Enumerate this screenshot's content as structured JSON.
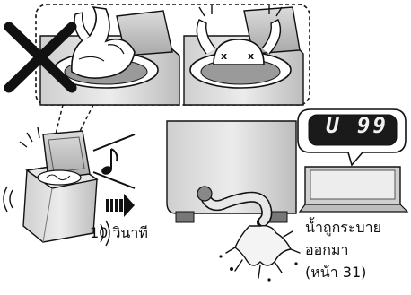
{
  "labels": {
    "seconds": "10 วินาที",
    "drain_line1": "น้ำถูกระบาย",
    "drain_line2": "ออกมา",
    "drain_line3": "(หน้า 31)"
  },
  "display": {
    "error_code": "U 99"
  },
  "icons": {
    "prohibited": "cross-mark-icon",
    "music": "music-note-icon",
    "direction": "arrow-right-icon"
  },
  "colors": {
    "ink": "#111111",
    "lcd_background": "#1a1a1a",
    "lcd_digits": "#f2f2f2",
    "machine_fill": "#d9d9d9"
  }
}
